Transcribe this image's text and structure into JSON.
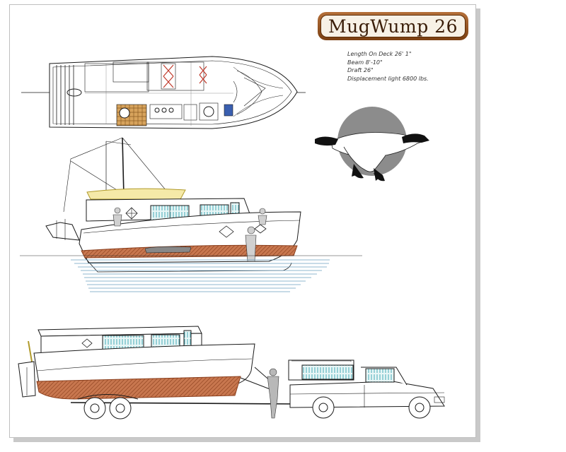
{
  "title": "MugWump 26",
  "specs": [
    "Length On Deck 26' 1\"",
    "Beam 8'-10\"",
    "Draft 26\"",
    "Displacement light 6800 lbs."
  ],
  "colors": {
    "plaque_wood": "#8a4a1c",
    "bottom_paint": "#b8623a",
    "window_tint": "#bfe3e6",
    "line": "#1a1a1a",
    "water": "#6a9fbf",
    "logo_disc": "#8c8c8c"
  },
  "icons": [
    "goose-logo-icon"
  ]
}
